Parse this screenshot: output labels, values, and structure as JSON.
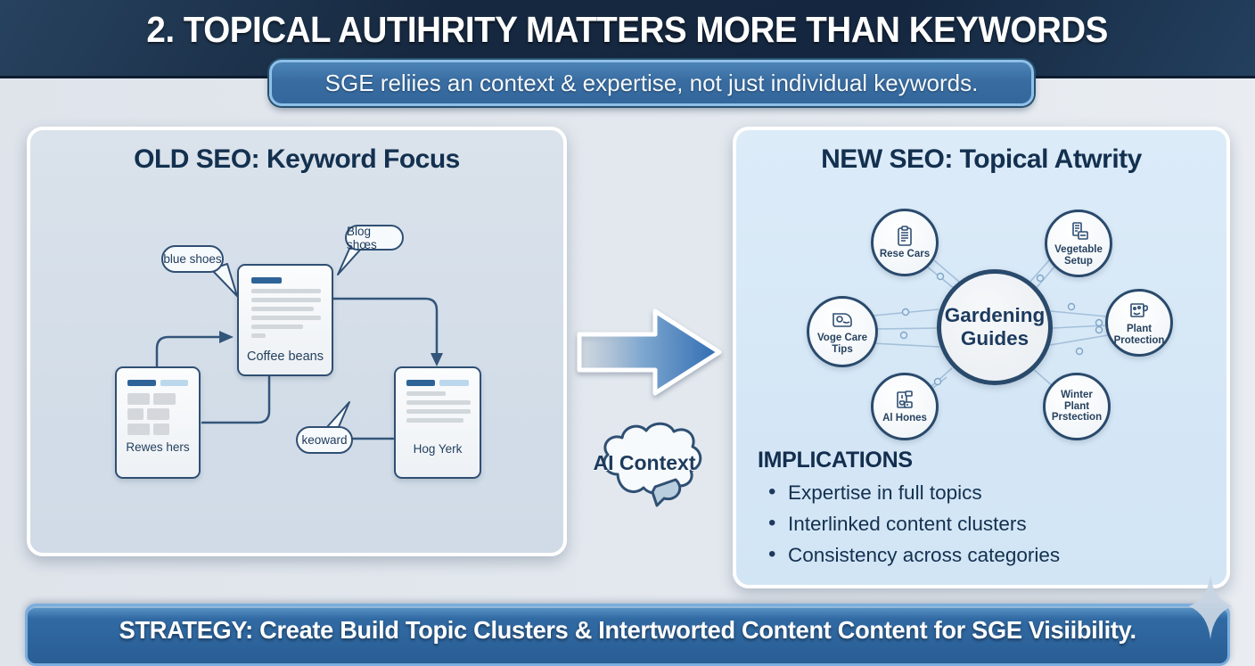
{
  "colors": {
    "header_bg": "#16283f",
    "accent_blue": "#2f6cb3",
    "pill_bg": "#396da2",
    "pill_border": "#8fc0e8",
    "navy_text": "#13304f",
    "diagram_line": "#33557a",
    "connector_blue": "#a4c0da",
    "left_panel_bg": "#d5dee8",
    "right_panel_bg": "#d7e8f6",
    "strategy_bg": "#2c639c"
  },
  "icons": {
    "transition_arrow": "arrow-right-icon",
    "ai_context": "brain-cloud-icon",
    "rese_cars": "clipboard-icon",
    "vegetable_setup": "documents-icon",
    "voge_care_tips": "care-tag-icon",
    "plant_protection": "plant-shield-icon",
    "al_hones": "flask-icon",
    "decor": "sparkle-icon"
  },
  "header": {
    "title": "2. TOPICAL AUTIHRITY MATTERS MORE THAN KEYWORDS",
    "subtitle": "SGE reliies an context & expertise, not just individual keywords."
  },
  "old_seo": {
    "title": "OLD SEO: Keyword Focus",
    "bubble_blue_shoes": "blue shoes",
    "bubble_blog_shoes": "Blog shœs",
    "bubble_keoward": "keoward",
    "card_center": "Coffee beans",
    "card_left": "Rewes hers",
    "card_right": "Hog Yerk"
  },
  "transition": {
    "label": "AI Context"
  },
  "new_seo": {
    "title": "NEW SEO: Topical Atwrity",
    "hub_label": "Gardening Guides",
    "nodes": [
      {
        "label": "Rese Cars"
      },
      {
        "label": "Vegetable Setup"
      },
      {
        "label": "Voge Care Tips"
      },
      {
        "label": "Plant Protection"
      },
      {
        "label": "Al Hones"
      },
      {
        "label": "Winter Plant Prstection"
      }
    ],
    "implications": {
      "heading": "IMPLICATIONS",
      "items": [
        "Expertise in full topics",
        "Interlinked content clusters",
        "Consistency across categories"
      ]
    }
  },
  "strategy": {
    "text": "STRATEGY: Create Build Topic Clusters & Intertworted Content Content for SGE Visiibility."
  }
}
